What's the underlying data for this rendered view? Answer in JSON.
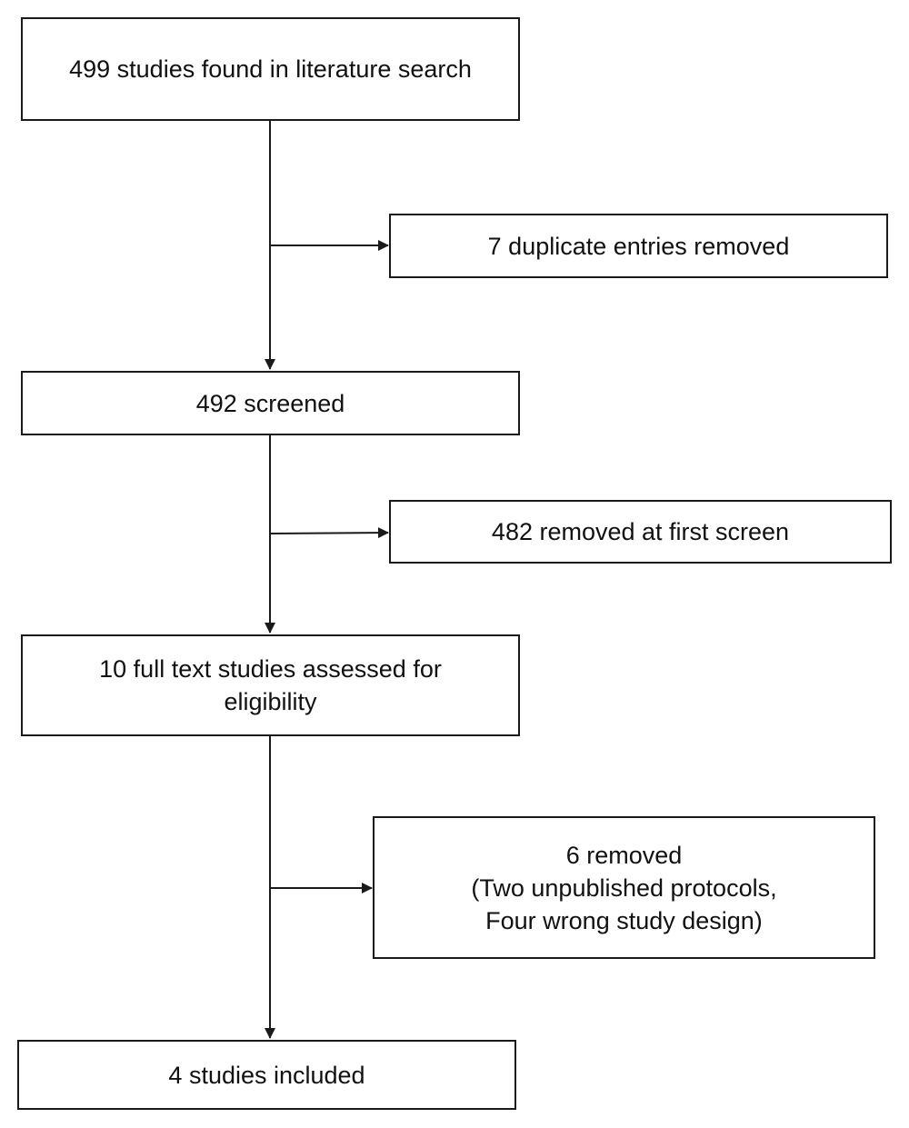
{
  "flowchart": {
    "main": [
      {
        "id": "search",
        "lines": [
          "499 studies found in literature search"
        ]
      },
      {
        "id": "screened",
        "lines": [
          "492 screened"
        ]
      },
      {
        "id": "fulltext",
        "lines": [
          "10 full text studies assessed for",
          "eligibility"
        ]
      },
      {
        "id": "included",
        "lines": [
          "4 studies included"
        ]
      }
    ],
    "side": [
      {
        "id": "duplicates",
        "lines": [
          "7 duplicate entries removed"
        ]
      },
      {
        "id": "first-screen",
        "lines": [
          "482 removed at first screen"
        ]
      },
      {
        "id": "ineligible",
        "lines": [
          "6 removed",
          "(Two unpublished protocols,",
          "Four wrong study design)"
        ]
      }
    ]
  }
}
